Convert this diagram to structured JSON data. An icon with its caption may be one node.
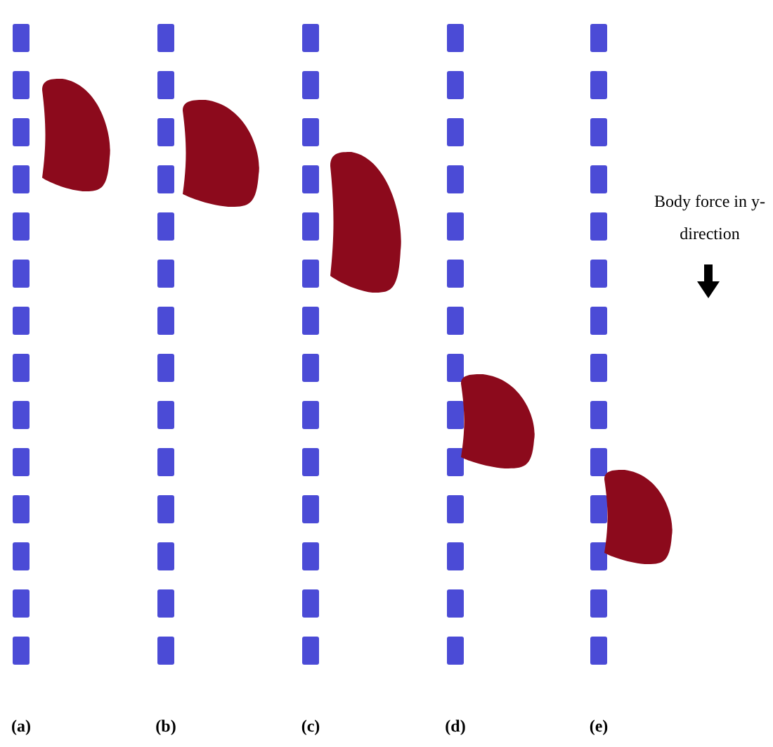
{
  "diagram": {
    "labels": [
      "(a)",
      "(b)",
      "(c)",
      "(d)",
      "(e)",
      "Body force in y-direction"
    ]
  }
}
